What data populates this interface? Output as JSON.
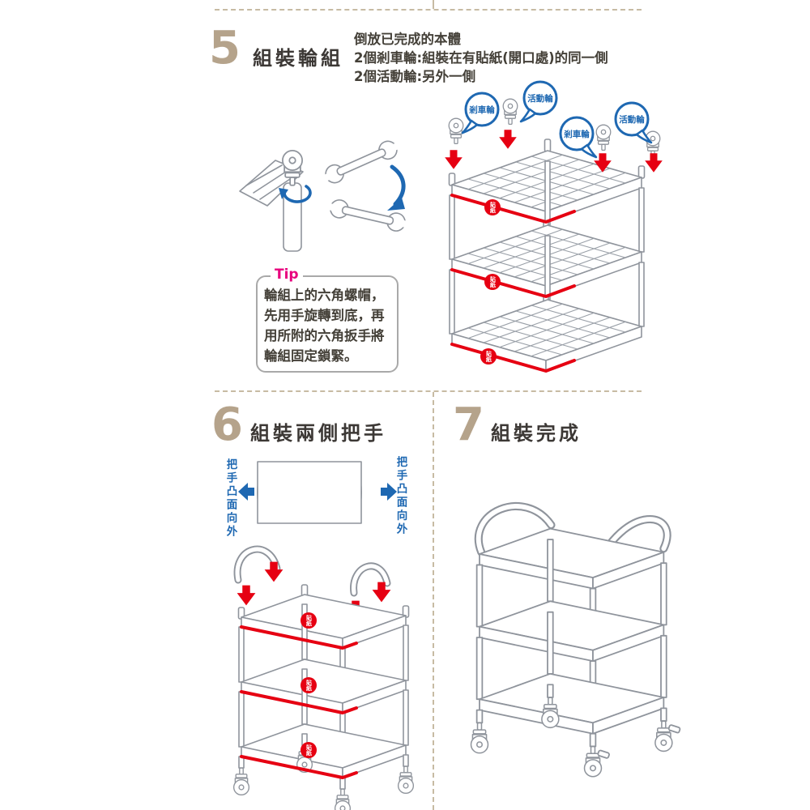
{
  "colors": {
    "accent_tan": "#b5a38b",
    "accent_red": "#e60012",
    "accent_blue": "#1e68b2",
    "accent_magenta": "#e8007d",
    "lineart_gray": "#8f949c",
    "dash_tan": "#c7bba3"
  },
  "icons": {
    "down_arrow": "red block arrow pointing down",
    "left_arrow": "blue block arrow pointing left",
    "right_arrow": "blue block arrow pointing right",
    "rotate_arrow": "blue curved rotation arrow",
    "caster_wheel": "caster wheel line art",
    "wrench": "open-end wrench line art"
  },
  "step5": {
    "number": "5",
    "title": "組裝輪組",
    "instructions": [
      "倒放已完成的本體",
      "2個剎車輪:組裝在有貼紙(開口處)的同一側",
      "2個活動輪:另外一側"
    ],
    "tip": {
      "label": "Tip",
      "lines": [
        "輪組上的六角螺帽，",
        "先用手旋轉到底，再",
        "用所附的六角扳手將",
        "輪組固定鎖緊。"
      ]
    },
    "wheel_labels": [
      "剎車輪",
      "活動輪",
      "剎車輪",
      "活動輪"
    ],
    "sticker_badge": "貼紙"
  },
  "step6": {
    "number": "6",
    "title": "組裝兩側把手",
    "side_note_left": "把手凸面向外",
    "side_note_right": "把手凸面向外",
    "sticker_badge": "貼紙"
  },
  "step7": {
    "number": "7",
    "title": "組裝完成"
  }
}
